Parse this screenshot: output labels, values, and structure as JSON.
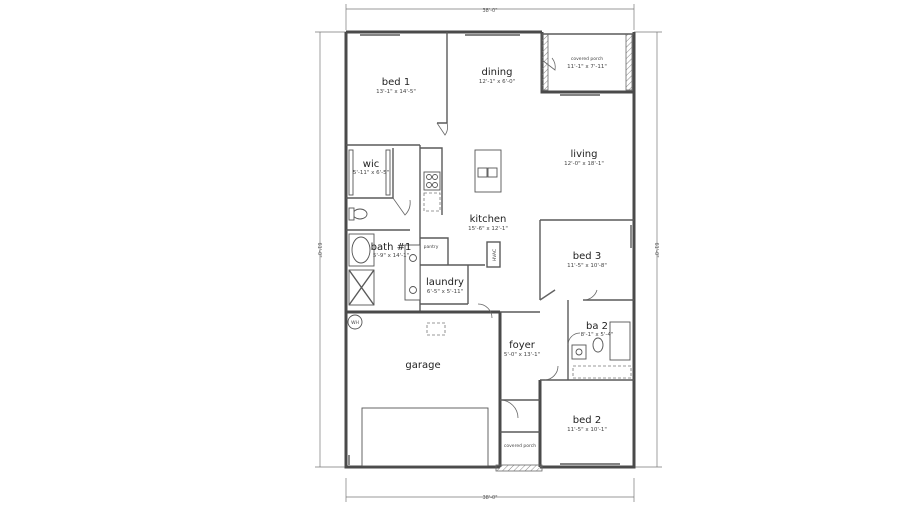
{
  "dimensions": {
    "width_top": "38'-0\"",
    "width_bottom": "38'-0\"",
    "depth_left": "61'-0\"",
    "depth_right": "61'-0\""
  },
  "rooms": {
    "bed1": {
      "name": "bed 1",
      "dims": "13'-1\" x 14'-5\""
    },
    "dining": {
      "name": "dining",
      "dims": "12'-1\" x 6'-0\""
    },
    "covered_porch_rear": {
      "name": "covered porch",
      "dims": "11'-1\" x 7'-11\""
    },
    "wic": {
      "name": "wic",
      "dims": "5'-11\" x 6'-5\""
    },
    "living": {
      "name": "living",
      "dims": "12'-0\" x 18'-1\""
    },
    "kitchen": {
      "name": "kitchen",
      "dims": "15'-6\" x 12'-1\""
    },
    "bath1": {
      "name": "bath #1",
      "dims": "5'-9\" x 14'-1\""
    },
    "bed3": {
      "name": "bed 3",
      "dims": "11'-5\" x 10'-8\""
    },
    "laundry": {
      "name": "laundry",
      "dims": "6'-5\" x 5'-11\""
    },
    "ba2": {
      "name": "ba 2",
      "dims": "8'-1\" x 5'-4\""
    },
    "foyer": {
      "name": "foyer",
      "dims": "5'-0\" x 13'-1\""
    },
    "garage": {
      "name": "garage",
      "dims": ""
    },
    "bed2": {
      "name": "bed 2",
      "dims": "11'-5\" x 10'-1\""
    },
    "covered_porch_front": {
      "name": "covered porch",
      "dims": ""
    }
  },
  "labels": {
    "pantry": "pantry",
    "hvac": "HVAC",
    "wh": "WH"
  }
}
